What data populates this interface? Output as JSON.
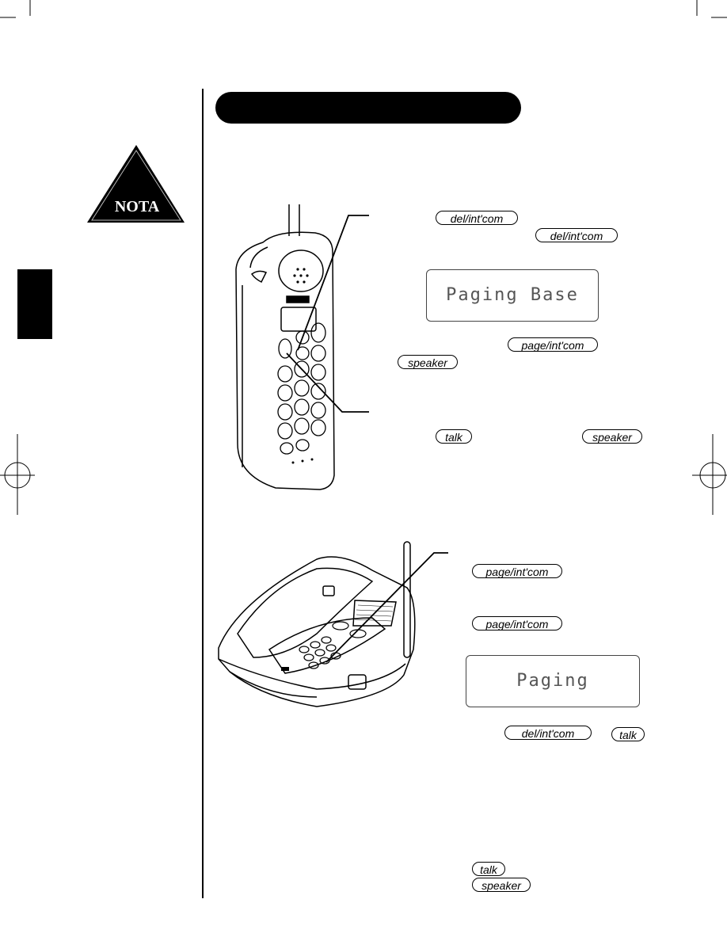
{
  "warning": {
    "label": "NOTA"
  },
  "handset_section": {
    "key_delintcom_1": "del/int'com",
    "key_delintcom_2": "del/int'com",
    "lcd_text": "Paging Base",
    "key_pageintcom": "page/int'com",
    "key_speaker_1": "speaker",
    "key_talk": "talk",
    "key_speaker_2": "speaker"
  },
  "base_section": {
    "key_pageintcom_1": "page/int'com",
    "key_pageintcom_2": "page/int'com",
    "lcd_text": "Paging",
    "key_delintcom": "del/int'com",
    "key_talk_1": "talk",
    "key_talk_2": "talk",
    "key_speaker": "speaker"
  }
}
